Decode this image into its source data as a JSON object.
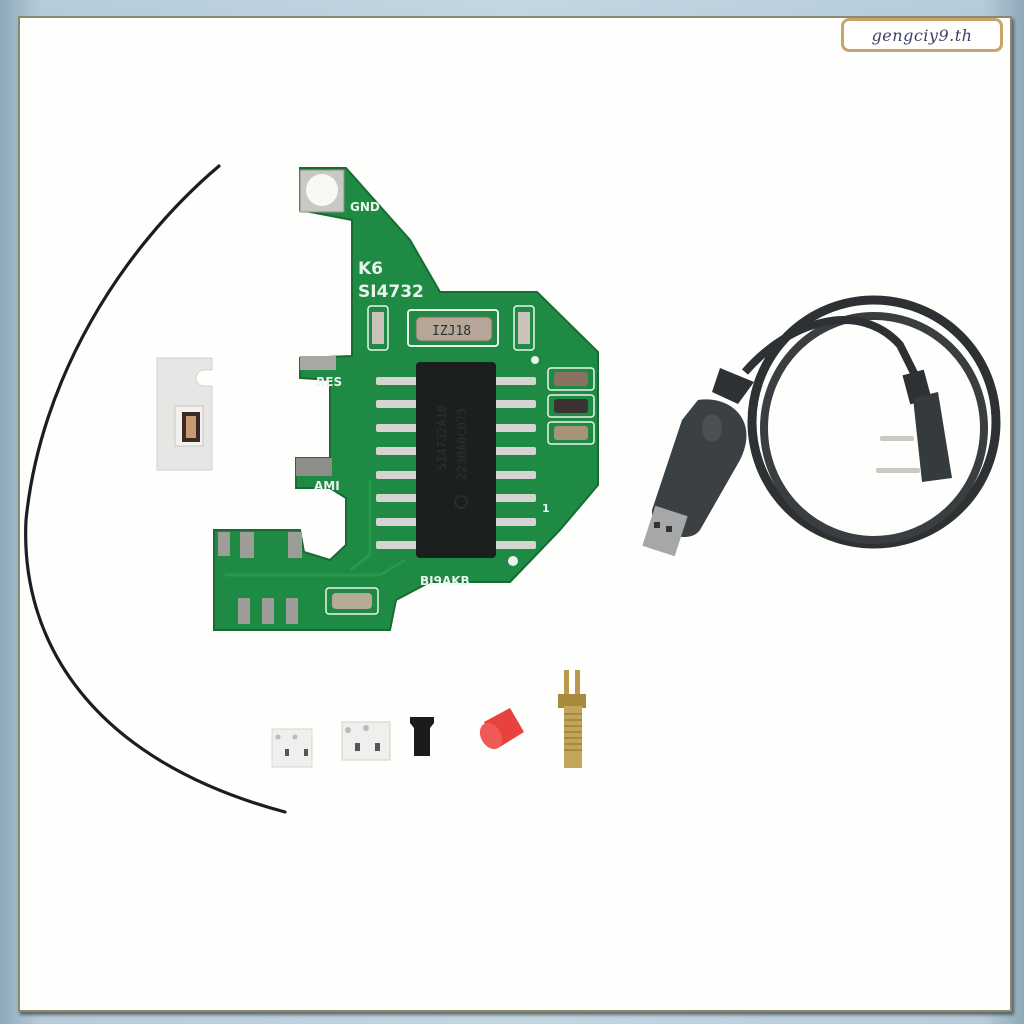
{
  "watermark": {
    "text": "gengciy9.th"
  },
  "pcb": {
    "labels": {
      "gnd": "GND",
      "model_line1": "K6",
      "model_line2": "SI4732",
      "res": "RES",
      "ami": "AMI",
      "designer": "BI9AKB"
    },
    "chip": {
      "line1": "SI4732A10",
      "line2": "2230A0C073"
    },
    "crystal": {
      "marking": "IZJ18"
    },
    "pin1_marker": "1",
    "colors": {
      "board": "#1f8a43",
      "silkscreen": "#e8f4ec",
      "chip": "#1c1f1f",
      "pads": "#c9c9c4"
    }
  },
  "items": [
    "antenna-wire",
    "spare-smd-component",
    "si4732-pcb-board",
    "usb-programming-cable",
    "smd-switch-1",
    "smd-switch-2",
    "black-jumper",
    "red-cap",
    "sma-connector"
  ],
  "colors": {
    "cap": "#e8423f",
    "cable": "#2d3133",
    "connector": "#b89a4a",
    "frame": "#8b8a6e",
    "watermark_border": "#c9a46c"
  }
}
